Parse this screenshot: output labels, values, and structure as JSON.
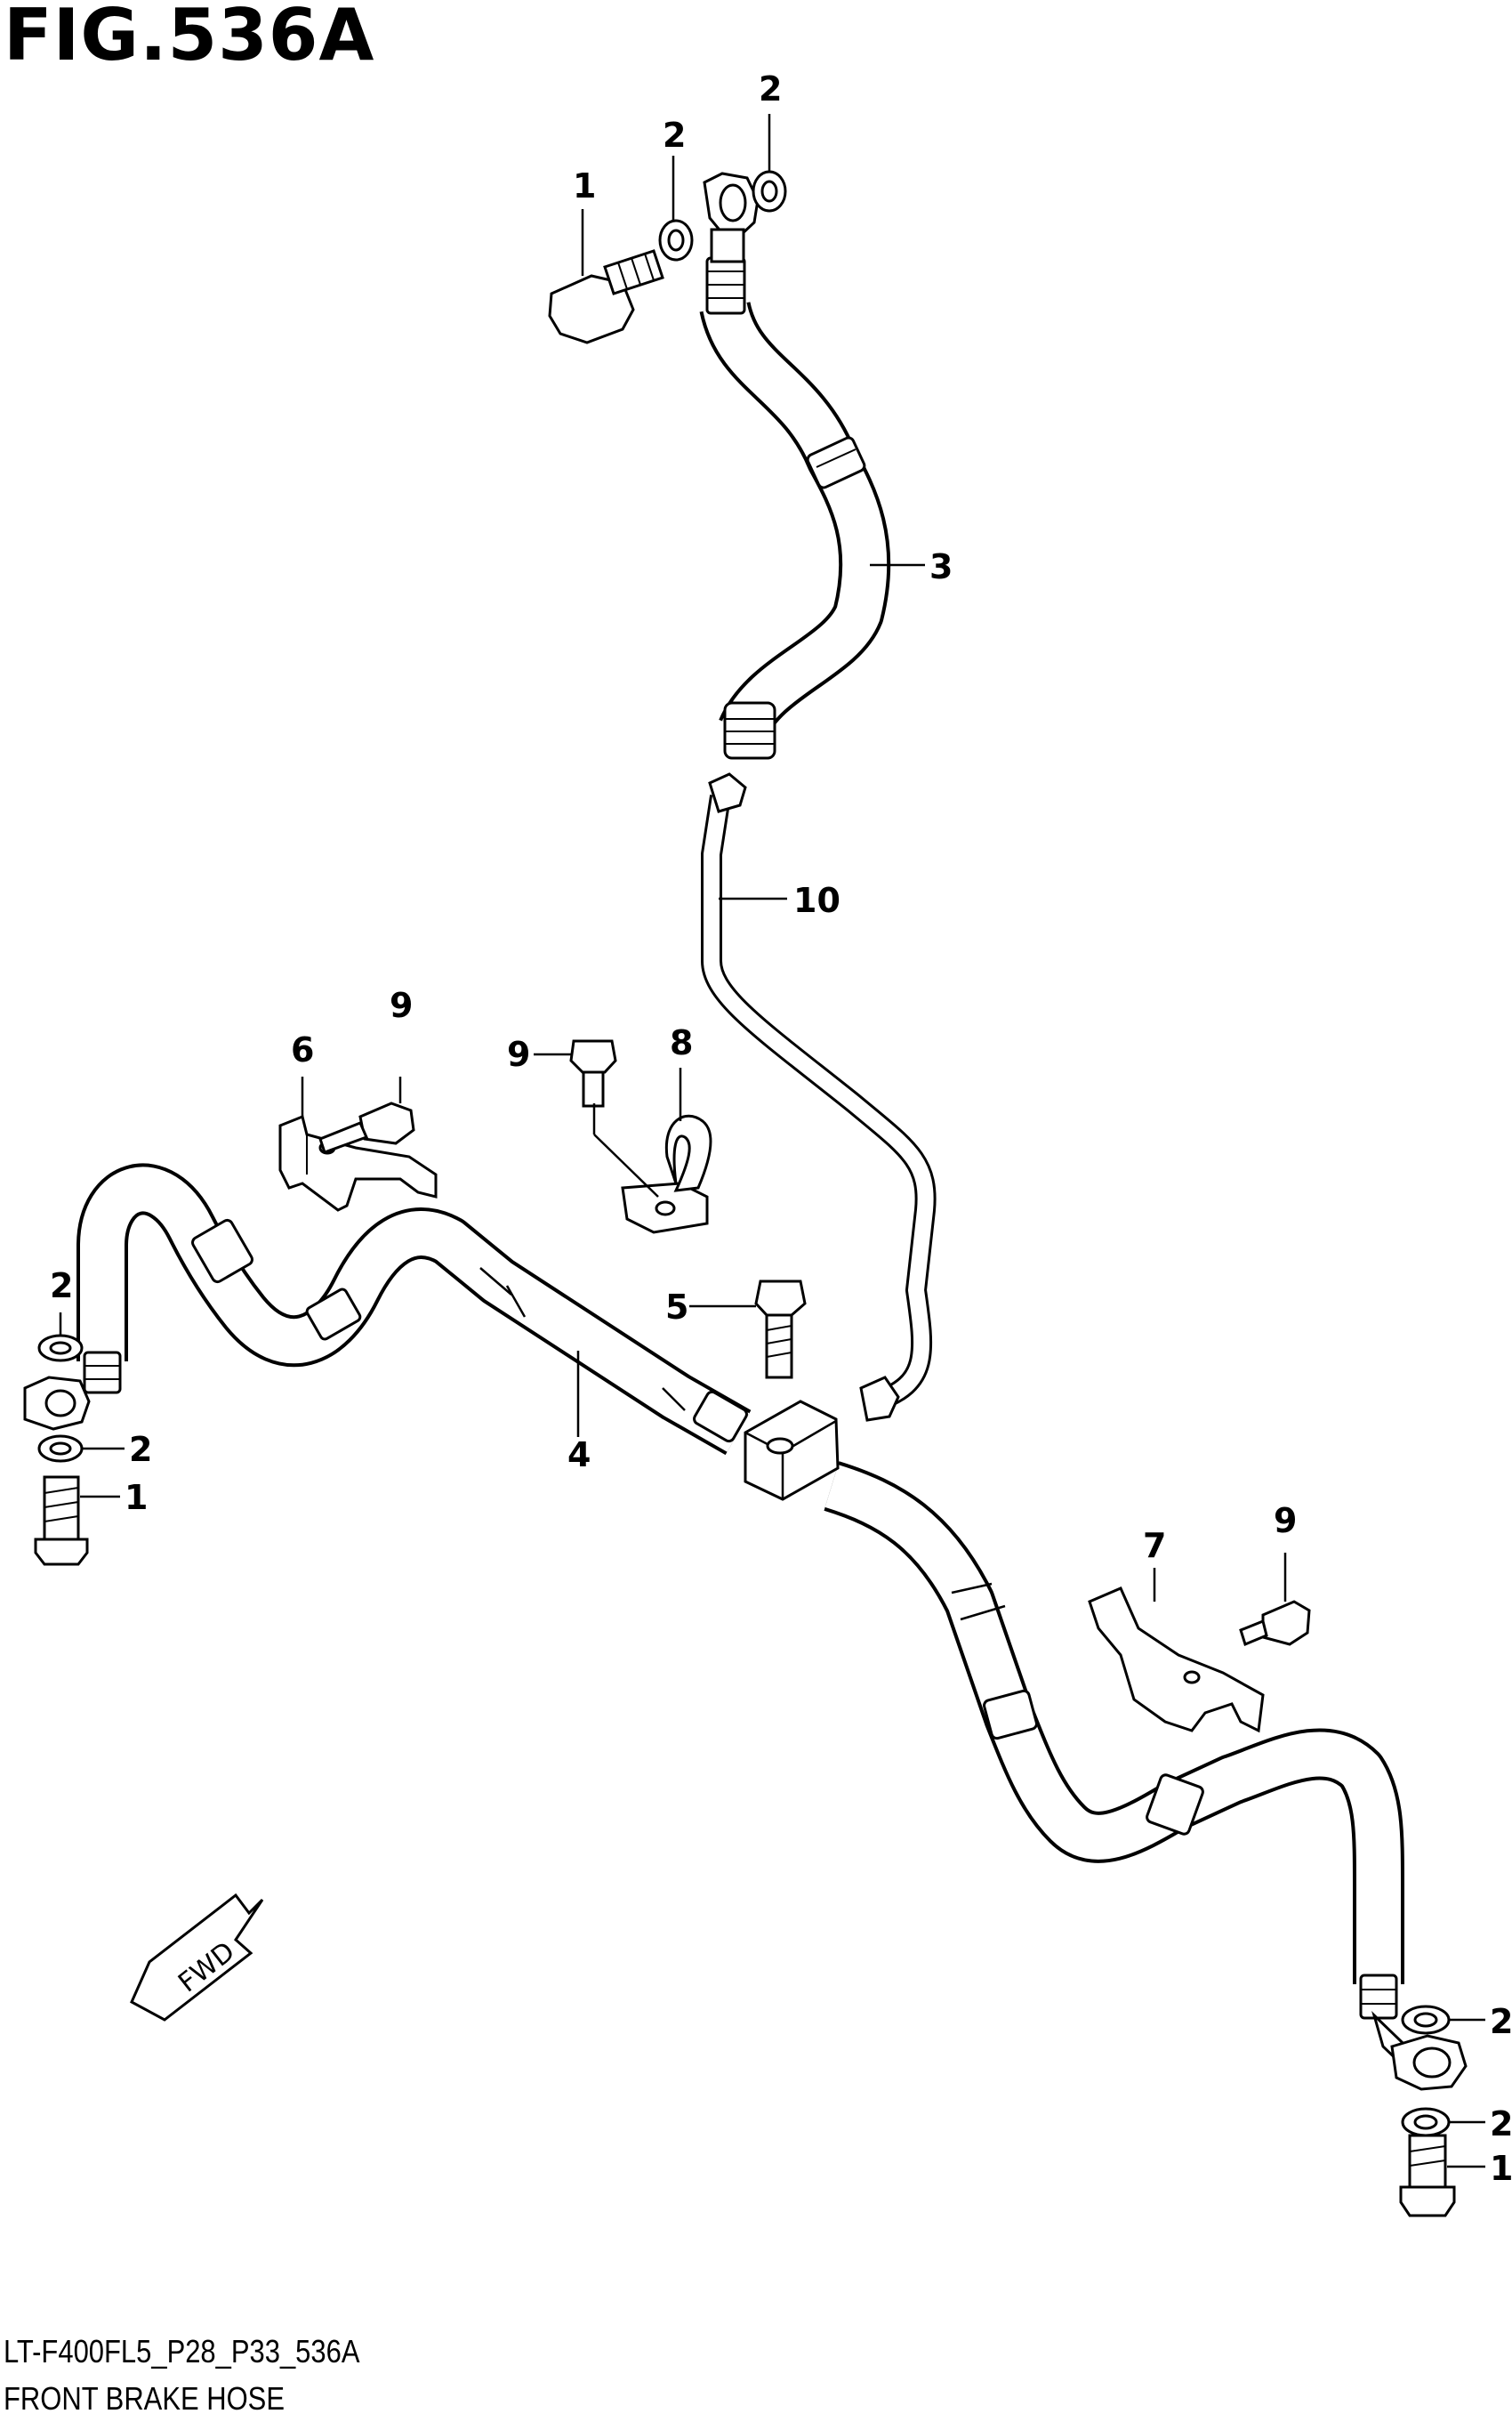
{
  "figure": {
    "title": "FIG.536A",
    "code": "LT-F400FL5_P28_P33_536A",
    "caption": "FRONT BRAKE HOSE",
    "fwd_label": "FWD"
  },
  "callouts": {
    "c1_top": "1",
    "c2_top_a": "2",
    "c2_top_b": "2",
    "c3": "3",
    "c10": "10",
    "c9_a": "9",
    "c6": "6",
    "c9_b": "9",
    "c8": "8",
    "c2_left_a": "2",
    "c2_left_b": "2",
    "c1_left": "1",
    "c5": "5",
    "c4": "4",
    "c7": "7",
    "c9_c": "9",
    "c2_right_a": "2",
    "c2_right_b": "2",
    "c1_right": "1"
  }
}
